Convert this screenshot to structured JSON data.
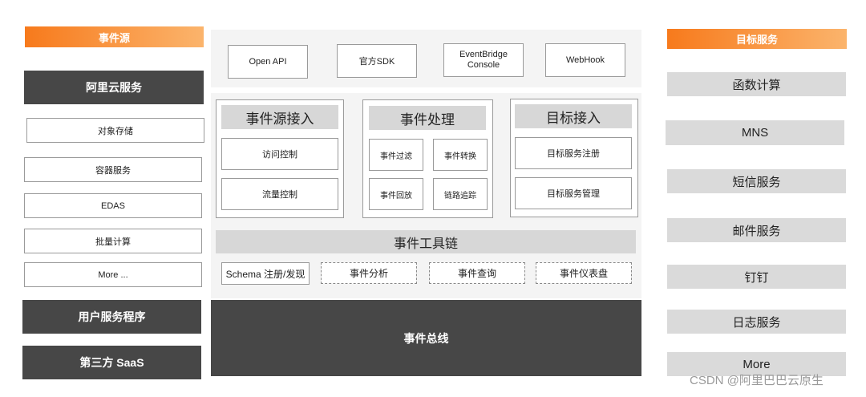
{
  "left": {
    "header": "事件源",
    "aliyun_title": "阿里云服务",
    "aliyun_items": [
      "对象存储",
      "容器服务",
      "EDAS",
      "批量计算",
      "More ..."
    ],
    "user_app": "用户服务程序",
    "third_party": "第三方 SaaS"
  },
  "center": {
    "entry_points": [
      "Open API",
      "官方SDK",
      "EventBridge Console",
      "WebHook"
    ],
    "source_access": {
      "title": "事件源接入",
      "items": [
        "访问控制",
        "流量控制"
      ]
    },
    "processing": {
      "title": "事件处理",
      "items": [
        "事件过滤",
        "事件转换",
        "事件回放",
        "链路追踪"
      ]
    },
    "target_access": {
      "title": "目标接入",
      "items": [
        "目标服务注册",
        "目标服务管理"
      ]
    },
    "toolchain": {
      "title": "事件工具链",
      "items": [
        "Schema 注册/发现",
        "事件分析",
        "事件查询",
        "事件仪表盘"
      ]
    },
    "bus": "事件总线"
  },
  "right": {
    "header": "目标服务",
    "items": [
      "函数计算",
      "MNS",
      "短信服务",
      "邮件服务",
      "钉钉",
      "日志服务",
      "More"
    ]
  },
  "watermark": "CSDN @阿里巴巴云原生",
  "colors": {
    "accent_orange": "#f77a1c",
    "dark_box": "#474747",
    "grey_box": "#dadada"
  }
}
